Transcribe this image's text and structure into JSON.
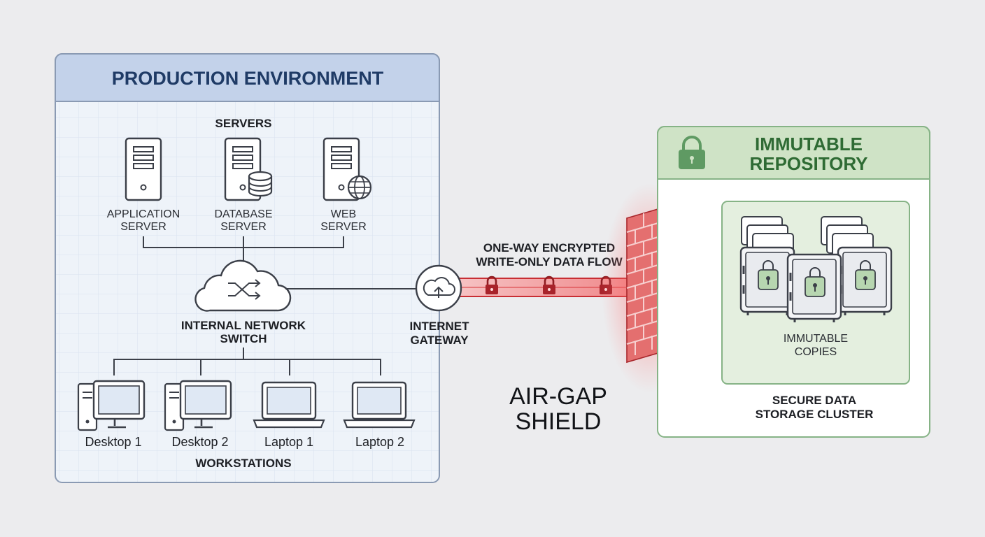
{
  "production": {
    "title": "PRODUCTION ENVIRONMENT",
    "servers_heading": "SERVERS",
    "servers": [
      {
        "line1": "APPLICATION",
        "line2": "SERVER"
      },
      {
        "line1": "DATABASE",
        "line2": "SERVER"
      },
      {
        "line1": "WEB",
        "line2": "SERVER"
      }
    ],
    "switch": {
      "line1": "INTERNAL NETWORK",
      "line2": "SWITCH"
    },
    "workstations_heading": "WORKSTATIONS",
    "workstations": [
      {
        "label": "Desktop 1",
        "kind": "desktop"
      },
      {
        "label": "Desktop 2",
        "kind": "desktop"
      },
      {
        "label": "Laptop 1",
        "kind": "laptop"
      },
      {
        "label": "Laptop 2",
        "kind": "laptop"
      }
    ]
  },
  "gateway": {
    "line1": "INTERNET",
    "line2": "GATEWAY"
  },
  "flow": {
    "line1": "ONE-WAY ENCRYPTED",
    "line2": "WRITE-ONLY DATA FLOW"
  },
  "air_gap": {
    "line1": "AIR-GAP",
    "line2": "SHIELD"
  },
  "repository": {
    "title_line1": "IMMUTABLE",
    "title_line2": "REPOSITORY",
    "copies": {
      "line1": "IMMUTABLE",
      "line2": "COPIES"
    },
    "cluster": {
      "line1": "SECURE DATA",
      "line2": "STORAGE CLUSTER"
    }
  },
  "colors": {
    "production_header": "#c3d2ea",
    "production_title": "#1f3b66",
    "flow_red": "#d9363a",
    "repo_header": "#cfe3c6",
    "repo_title": "#2f6b34",
    "lock_green": "#5f9a63"
  },
  "icons": [
    "server-icon",
    "database-icon",
    "globe-icon",
    "cloud-switch-icon",
    "upload-cloud-icon",
    "lock-icon",
    "firewall-wall-icon",
    "safe-vault-icon",
    "desktop-icon",
    "laptop-icon",
    "arrow-icon"
  ]
}
